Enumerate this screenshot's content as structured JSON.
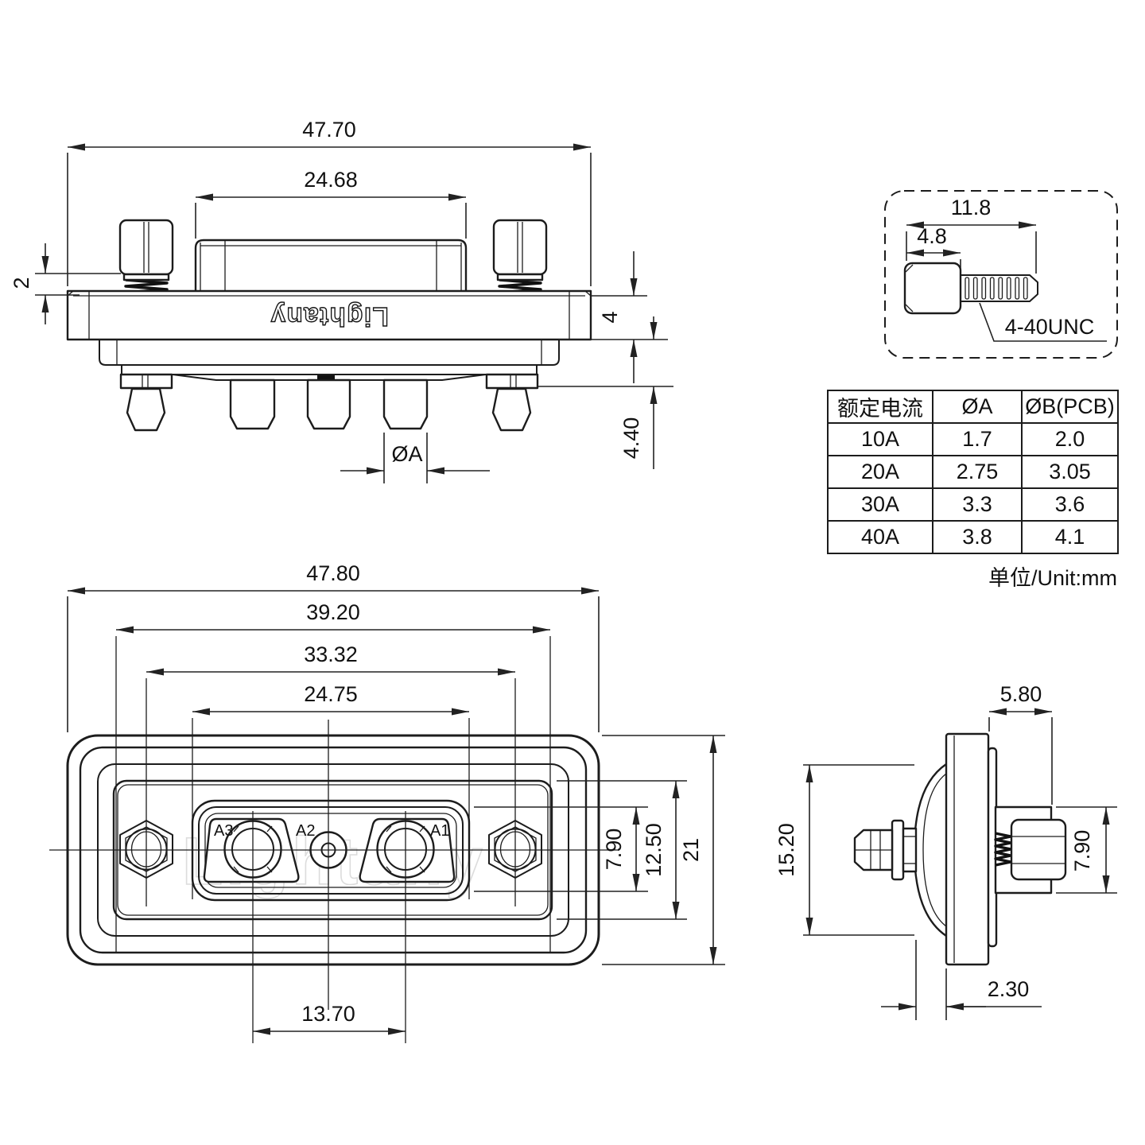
{
  "brand": {
    "engraved_logo": "Lightany",
    "watermark": "Lightany"
  },
  "rear_view": {
    "dims": {
      "overall": "47.70",
      "insulator": "24.68",
      "lip": "2",
      "flange": "4",
      "tail": "4.40",
      "pin_dia": "ØA"
    }
  },
  "screw_detail": {
    "dims": {
      "total": "11.8",
      "head": "4.8"
    },
    "thread_label": "4-40UNC"
  },
  "front_view": {
    "dims": {
      "overall": "47.80",
      "shell": "39.20",
      "mounting": "33.32",
      "insert": "24.75",
      "insert_h": "7.90",
      "face_h": "12.50",
      "height": "21",
      "pitch": "13.70"
    },
    "contacts": {
      "a3": "A3",
      "a2": "A2",
      "a1": "A1"
    }
  },
  "side_view": {
    "dims": {
      "flange_offset": "5.80",
      "height": "15.20",
      "screw_dia": "7.90",
      "gap": "2.30"
    }
  },
  "table": {
    "headers": [
      "额定电流",
      "ØA",
      "ØB(PCB)"
    ],
    "rows": [
      [
        "10A",
        "1.7",
        "2.0"
      ],
      [
        "20A",
        "2.75",
        "3.05"
      ],
      [
        "30A",
        "3.3",
        "3.6"
      ],
      [
        "40A",
        "3.8",
        "4.1"
      ]
    ],
    "unit_label": "单位/Unit:mm"
  }
}
